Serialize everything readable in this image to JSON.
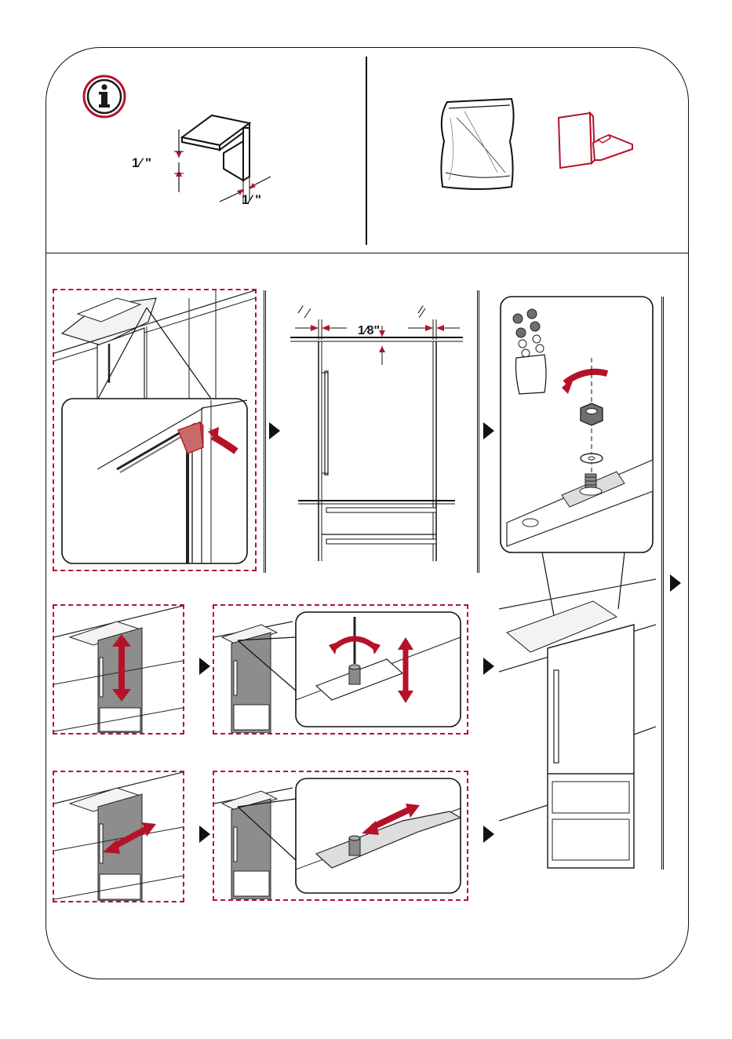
{
  "colors": {
    "accent": "#b5122a",
    "ink": "#1a1a1a",
    "panel_gray": "#8d8d8d",
    "info_icon": "#b5122a"
  },
  "icons": {
    "info": "info-icon",
    "step_arrow": "step-arrow-icon"
  },
  "top_left": {
    "frac_top": "1⁄ \"",
    "frac_bottom": "1⁄ \""
  },
  "step2": {
    "frac_left": "⁄",
    "frac_right": "⁄",
    "frac_center": "1⁄8\""
  }
}
